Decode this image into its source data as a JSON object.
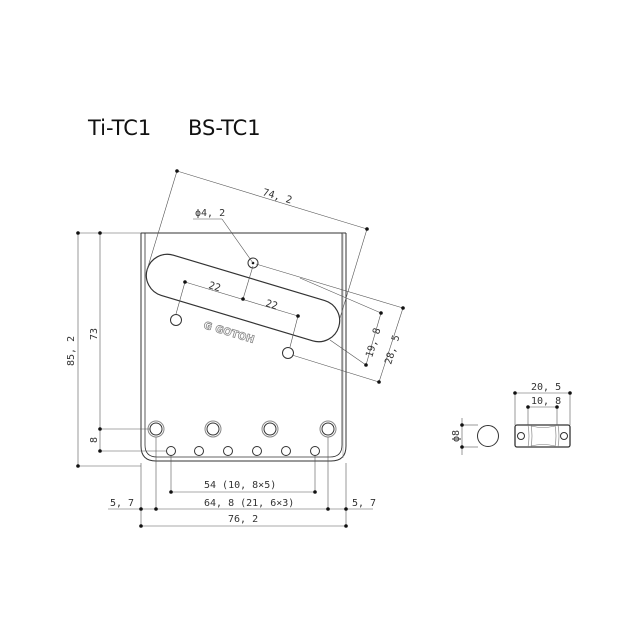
{
  "titles": [
    "Ti-TC1",
    "BS-TC1"
  ],
  "bridge_plate": {
    "logo_text": "GOTOH",
    "logo_mark": "G",
    "dimensions": {
      "diagonal_length": "74, 2",
      "pickup_mount_hole_diameter": "ϕ4, 2",
      "pickup_hole_spacing_left": "22",
      "pickup_hole_spacing_right": "22",
      "pickup_offset_inner": "19, 8",
      "pickup_offset_outer": "28, 5",
      "overall_height": "85, 2",
      "plate_height": "73",
      "bottom_to_screw": "8",
      "string_spacing": "54 (10, 8×5)",
      "screw_spacing": "64, 8 (21, 6×3)",
      "edge_left": "5, 7",
      "edge_right": "5, 7",
      "overall_width": "76, 2"
    }
  },
  "saddle": {
    "dimensions": {
      "diameter": "ϕ8",
      "length": "20, 5",
      "center_section": "10, 8"
    }
  },
  "colors": {
    "line": "#333333",
    "thin_line": "#555555",
    "background": "#ffffff"
  }
}
